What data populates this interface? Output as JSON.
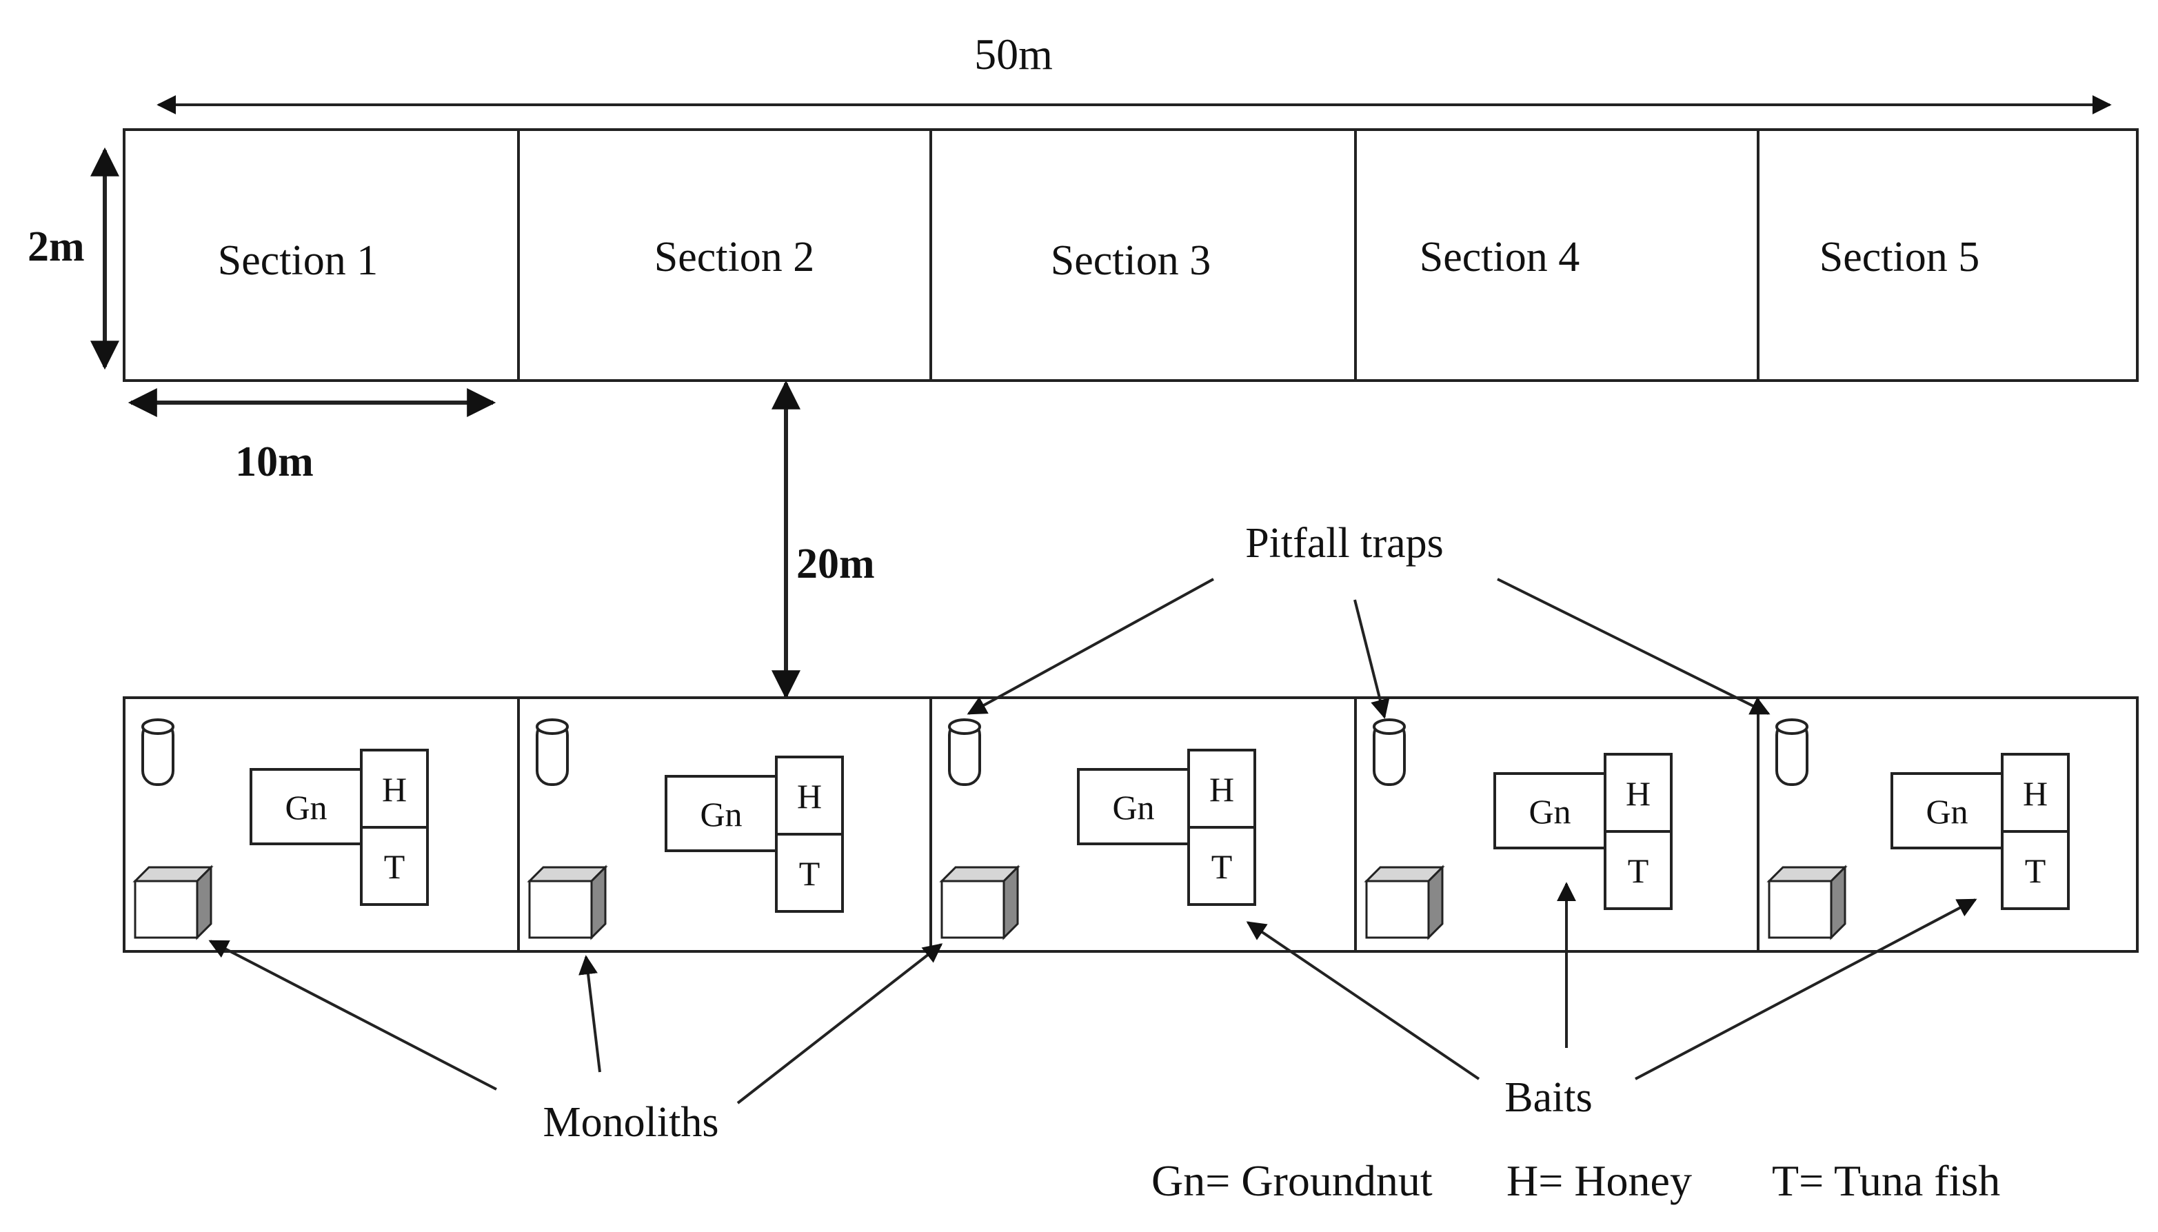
{
  "dimensions": {
    "length": "50m",
    "width": "2m",
    "section_length": "10m",
    "gap": "20m"
  },
  "sections": [
    "Section 1",
    "Section 2",
    "Section 3",
    "Section 4",
    "Section 5"
  ],
  "bait_box": {
    "groundnut": "Gn",
    "honey": "H",
    "tuna": "T"
  },
  "annotations": {
    "pitfall": "Pitfall traps",
    "monoliths": "Monoliths",
    "baits": "Baits"
  },
  "legend": {
    "groundnut": "Gn= Groundnut",
    "honey": "H= Honey",
    "tuna": "T= Tuna fish"
  },
  "colors": {
    "ink": "#222222",
    "cube_side": "#888888",
    "cube_top": "#d6d6d6"
  }
}
